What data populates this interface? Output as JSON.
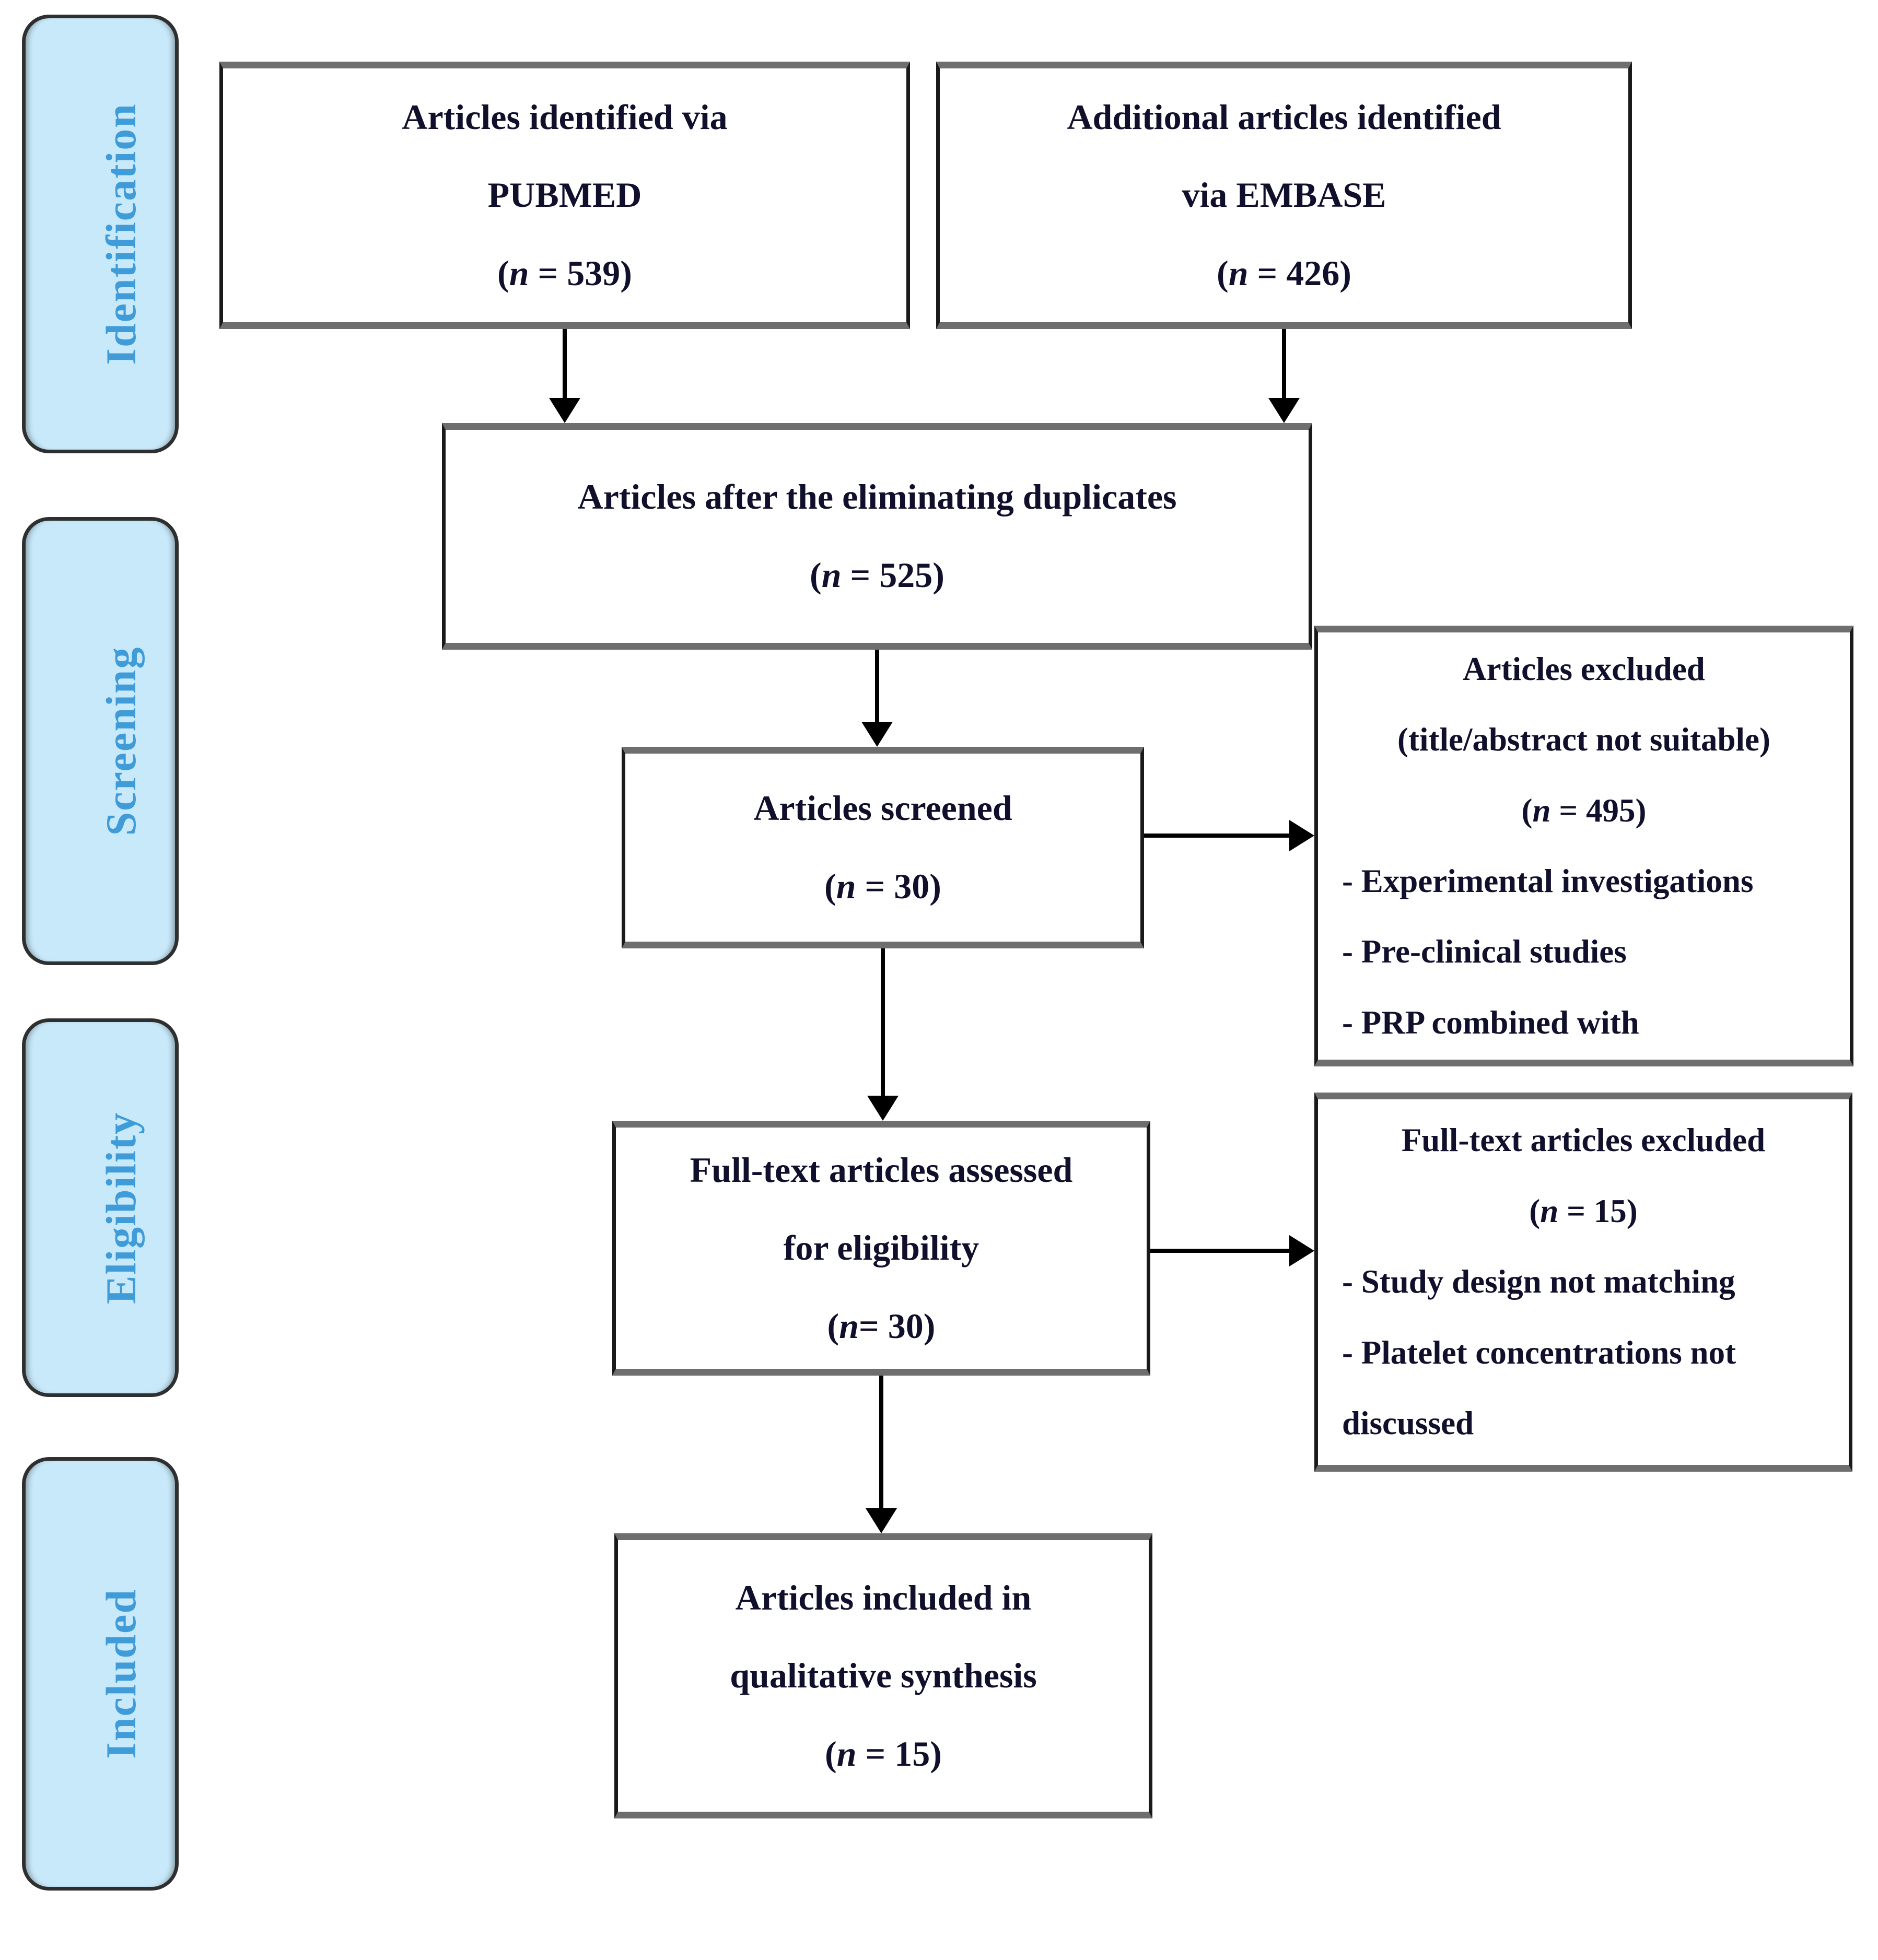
{
  "sidebar": {
    "items": [
      {
        "label": "Identification"
      },
      {
        "label": "Screening"
      },
      {
        "label": "Eligibility"
      },
      {
        "label": "Included"
      }
    ]
  },
  "boxes": {
    "pubmed": {
      "lines": [
        "Articles identified via",
        "PUBMED",
        "(n = 539)"
      ]
    },
    "embase": {
      "lines": [
        "Additional articles identified",
        "via EMBASE",
        "(n = 426)"
      ]
    },
    "dedup": {
      "lines": [
        "Articles after the eliminating duplicates",
        "(n = 525)"
      ]
    },
    "screened": {
      "lines": [
        "Articles screened",
        "(n = 30)"
      ]
    },
    "excluded_screening": {
      "title_lines": [
        "Articles excluded",
        "(title/abstract not suitable)",
        "(n = 495)"
      ],
      "bullet_lines": [
        "- Experimental investigations",
        "- Pre-clinical studies",
        "- PRP combined with"
      ]
    },
    "fulltext": {
      "lines": [
        "Full-text articles assessed",
        "for eligibility",
        "(n= 30)"
      ]
    },
    "excluded_fulltext": {
      "title_lines": [
        "Full-text articles excluded",
        "(n = 15)"
      ],
      "bullet_lines": [
        "- Study design not matching",
        "- Platelet concentrations not",
        "discussed"
      ]
    },
    "included": {
      "lines": [
        "Articles included in",
        "qualitative synthesis",
        "(n = 15)"
      ]
    }
  },
  "colors": {
    "background": "#FFFFFF",
    "sidebar_fill": "#C8E9FA",
    "sidebar_border": "#2F2F2F",
    "sidebar_text": "#3F9CD9",
    "box_border": "#1A1A1A",
    "box_border_shadow": "#6E6E6E",
    "box_text": "#10102C",
    "arrow": "#000000"
  }
}
